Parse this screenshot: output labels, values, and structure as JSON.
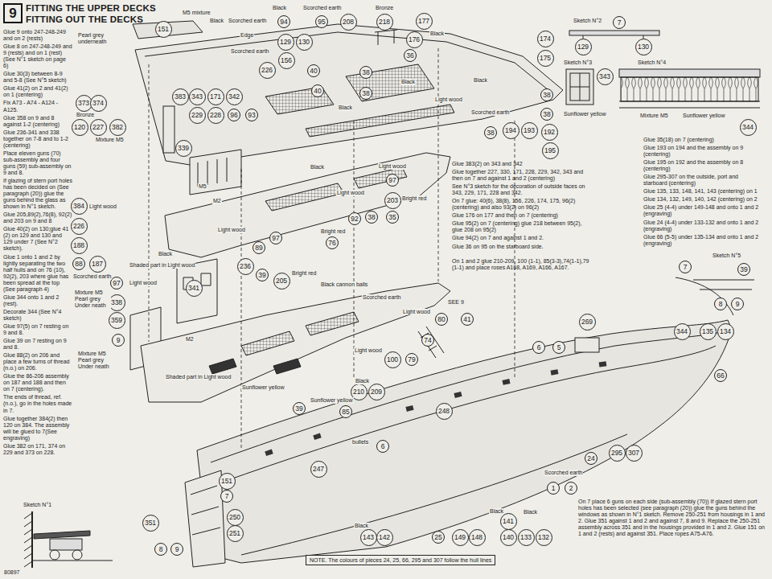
{
  "diagram": {
    "title": "FITTING THE UPPER DECKS",
    "nodes": [
      {
        "text": [
          "9"
        ]
      },
      {
        "text": [
          "151"
        ]
      },
      {
        "text": [
          "94"
        ]
      },
      {
        "text": [
          "95"
        ]
      },
      {
        "text": [
          "208"
        ]
      },
      {
        "text": [
          "218"
        ]
      },
      {
        "text": [
          "177"
        ]
      },
      {
        "text": [
          "129"
        ]
      },
      {
        "text": [
          "130"
        ]
      },
      {
        "text": [
          "176"
        ]
      },
      {
        "text": [
          "174"
        ]
      },
      {
        "text": [
          "36"
        ]
      },
      {
        "text": [
          "175"
        ]
      },
      {
        "text": [
          "156"
        ]
      },
      {
        "text": [
          "226"
        ]
      },
      {
        "text": [
          "40"
        ]
      },
      {
        "text": [
          "38"
        ]
      },
      {
        "text": [
          "38"
        ]
      },
      {
        "text": [
          "40"
        ]
      },
      {
        "text": [
          "38"
        ]
      },
      {
        "text": [
          "373"
        ]
      },
      {
        "text": [
          "374"
        ]
      },
      {
        "text": [
          "383"
        ]
      },
      {
        "text": [
          "343"
        ]
      },
      {
        "text": [
          "171"
        ]
      },
      {
        "text": [
          "342"
        ]
      },
      {
        "text": [
          "38"
        ]
      },
      {
        "text": [
          "120"
        ]
      },
      {
        "text": [
          "227"
        ]
      },
      {
        "text": [
          "382"
        ]
      },
      {
        "text": [
          "229"
        ]
      },
      {
        "text": [
          "228"
        ]
      },
      {
        "text": [
          "96"
        ]
      },
      {
        "text": [
          "93"
        ]
      },
      {
        "text": [
          "38"
        ]
      },
      {
        "text": [
          "194"
        ]
      },
      {
        "text": [
          "193"
        ]
      },
      {
        "text": [
          "192"
        ]
      },
      {
        "text": [
          "195"
        ]
      },
      {
        "text": [
          "339"
        ]
      },
      {
        "text": [
          "97"
        ]
      },
      {
        "text": [
          "203"
        ]
      },
      {
        "text": [
          "384"
        ]
      },
      {
        "text": [
          "92"
        ]
      },
      {
        "text": [
          "38"
        ]
      },
      {
        "text": [
          "35"
        ]
      },
      {
        "text": [
          "226"
        ]
      },
      {
        "text": [
          "188"
        ]
      },
      {
        "text": [
          "76"
        ]
      },
      {
        "text": [
          "97"
        ]
      },
      {
        "text": [
          "89"
        ]
      },
      {
        "text": [
          "88"
        ]
      },
      {
        "text": [
          "187"
        ]
      },
      {
        "text": [
          "236"
        ]
      },
      {
        "text": [
          "39"
        ]
      },
      {
        "text": [
          "205"
        ]
      },
      {
        "text": [
          "97"
        ]
      },
      {
        "text": [
          "341"
        ]
      },
      {
        "text": [
          "338"
        ]
      },
      {
        "text": [
          "359"
        ]
      },
      {
        "text": [
          "9"
        ]
      },
      {
        "text": [
          "41"
        ]
      },
      {
        "text": [
          "80"
        ]
      },
      {
        "text": [
          "269"
        ]
      },
      {
        "text": [
          "6"
        ]
      },
      {
        "text": [
          "5"
        ]
      },
      {
        "text": [
          "74"
        ]
      },
      {
        "text": [
          "100"
        ]
      },
      {
        "text": [
          "79"
        ]
      },
      {
        "text": [
          "210"
        ]
      },
      {
        "text": [
          "209"
        ]
      },
      {
        "text": [
          "85"
        ]
      },
      {
        "text": [
          "39"
        ]
      },
      {
        "text": [
          "248"
        ]
      },
      {
        "text": [
          "6"
        ]
      },
      {
        "text": [
          "247"
        ]
      },
      {
        "text": [
          "151"
        ]
      },
      {
        "text": [
          "7"
        ]
      },
      {
        "text": [
          "250"
        ]
      },
      {
        "text": [
          "251"
        ]
      },
      {
        "text": [
          "351"
        ]
      },
      {
        "text": [
          "8"
        ]
      },
      {
        "text": [
          "9"
        ]
      },
      {
        "text": [
          "1"
        ]
      },
      {
        "text": [
          "2"
        ]
      },
      {
        "text": [
          "143"
        ]
      },
      {
        "text": [
          "142"
        ]
      },
      {
        "text": [
          "25"
        ]
      },
      {
        "text": [
          "149"
        ]
      },
      {
        "text": [
          "148"
        ]
      },
      {
        "text": [
          "141"
        ]
      },
      {
        "text": [
          "140"
        ]
      },
      {
        "text": [
          "133"
        ]
      },
      {
        "text": [
          "132"
        ]
      },
      {
        "text": [
          "24"
        ]
      },
      {
        "text": [
          "295"
        ]
      },
      {
        "text": [
          "307"
        ]
      },
      {
        "text": [
          "7"
        ]
      },
      {
        "text": [
          "129"
        ]
      },
      {
        "text": [
          "130"
        ]
      },
      {
        "text": [
          "343"
        ]
      },
      {
        "text": [
          "344"
        ]
      },
      {
        "text": [
          "7"
        ]
      },
      {
        "text": [
          "39"
        ]
      },
      {
        "text": [
          "8"
        ]
      },
      {
        "text": [
          "9"
        ]
      },
      {
        "text": [
          "344"
        ]
      },
      {
        "text": [
          "135"
        ]
      },
      {
        "text": [
          "134"
        ]
      },
      {
        "text": [
          "66"
        ]
      },
      {
        "text": [
          "NOTE. The colours of pieces 24, 25, 66, 295 and 307 follow the hull lines"
        ]
      }
    ],
    "labels": [
      "FITTING OUT THE DECKS",
      "Glue 9 onto 247-248-249 and on 2 (rests)",
      "Glue 8 on 247-248-249 and 9 (rests) and on 1 (rest) (See N°1 sketch on page 6)",
      "Glue 30(3) between 8-9 and 5-8 (See N°5 sketch)",
      "Glue 41(2) on 2 and 41(2) on 1 (centering)",
      "Fix A73 - A74 - A124 - A125.",
      "Glue 358 on 9 and 8 against 1-2 (centering)",
      "Glue 236-341 and 338 together on 7-8 and to 1-2 (centering)",
      "Place eleven guns (70) sub-assembly and four guns (59) sub-assembly on 9 and 8.",
      "If glazing of stern port holes has been decided on (See paragraph (20)) glue the guns behind the glass as shown in N°1 sketch.",
      "Glue 205,89(2),76(8), 92(2) and 203 on 9 and 8",
      "Glue 40(2) on 130;glue 41 (2) on 129 and 130 and 129 under 7 (See N°2 sketch).",
      "Glue 1 onto 1 and 2 by lightly separating the two half hulls and on 76 (10), 92(2), 203 where glue has been spread at the top (See paragraph 4)",
      "Glue 344 onto 1 and 2 (rest).",
      "Decorate 344 (See N°4 sketch)",
      "Glue 97(5) on 7 resting on 9 and 8.",
      "Glue 39 on 7 resting on 9 and 8.",
      "Glue 88(2) on 206 and place a few turns of thread (n.o.) on 206.",
      "Glue the 86-206 assembly on 187 and 188 and then on 7 (centering).",
      "The ends of thread, ref. (n.o.), go in the holes made in 7.",
      "Glue together 384(2) then 120 on 384. The assembly will be glued to 7(See engraving)",
      "Glue 382 on 171, 374 on 229 and 373 on 228.",
      "Sketch N°1",
      "80897",
      "Glue 383(2) on 343 and 342",
      "Glue together 227, 330, 171, 228, 229, 342, 343 and then on 7 and against 1 and 2 (centering)",
      "See N°3 sketch for the decoration of outside faces on 343, 229, 171, 228 and 342.",
      "On 7 glue: 40(6), 38(8), 156, 226, 174, 175, 96(2)(centering) and also 93(2) on 96(2)",
      "Glue 176 on 177 and then on 7 (centering)",
      "Glue 95(2) on 7 (centering) glue 218 between 95(2), glue 208 on 95(2)",
      "Glue 94(2) on 7 and against 1 and 2.",
      "Glue 36 on 95 on the starboard side.",
      "Glue 35(18) on 7 (centering)",
      "Glue 193 on 194 and the assembly on 9 (centering)",
      "Glue 195 on 192 and the assembly on 8 (centering)",
      "Glue 295-307 on the outside, port and starboard (centering)",
      "Glue 135, 133, 148, 141, 143 (centering) on 1",
      "Glue 134, 132, 149, 140, 142 (centering) on 2",
      "Glue 25 (4-4) under 149-148 and onto 1 and 2 (engraving)",
      "Glue 24 (4-4) under 133-132 and onto 1 and 2 (engraving)",
      "Glue 66 (5-5) under 135-134 and onto 1 and 2 (engraving)",
      "On 1 and 2 glue 210-209, 100 (1-1), 85(3-3),74(1-1),79 (1-1) and place roses A168, A169, A166, A167.",
      "On 7 place 6 guns on each side (sub-assembly (70)) If glazed stern port holes has been selected (see paragraph (20)) glue the guns behind the windows as shown in N°1 sketch. Remove 250-251 from housings in 1 and 2. Glue 351 against 1 and 2 and against 7, 8 and 9. Replace the 250-251 assembly across 351 and in the housings provided in 1 and 2. Glue 151 on 1 and 2 (rests) and against 351. Place ropes A75-A76.",
      "Sketch N°2",
      "Sketch N°3",
      "Sketch N°4",
      "Sketch N°5",
      "Sunflower yellow",
      "Mixture M5",
      "Sunflower yellow",
      "M5 mixture",
      "Pearl grey underneath",
      "Black",
      "Scorched earth",
      "Edge",
      "Black",
      "Scorched earth",
      "Bronze",
      "Black",
      "Scorched earth",
      "Black",
      "Black",
      "Light wood",
      "Scorched earth",
      "Black",
      "Bronze",
      "Mixture M5",
      "Black",
      "Light wood",
      "Bright red",
      "Light wood",
      "Bright red",
      "Light wood",
      "M5",
      "M2",
      "Light wood",
      "Black",
      "Shaded part in Light wood",
      "Scorched earth",
      "Mixture M5 Pearl grey Under neath",
      "Light wood",
      "Bright red",
      "Black cannon balls",
      "Scorched earth",
      "Mixture M5 Pearl grey Under neath",
      "Shaded part in Light wood",
      "M2",
      "Light wood",
      "Light wood",
      "Sunflower yellow",
      "Black",
      "Sunflower yellow",
      "bullets",
      "Black",
      "Black",
      "Black",
      "Scorched earth",
      "SEE 9"
    ]
  }
}
